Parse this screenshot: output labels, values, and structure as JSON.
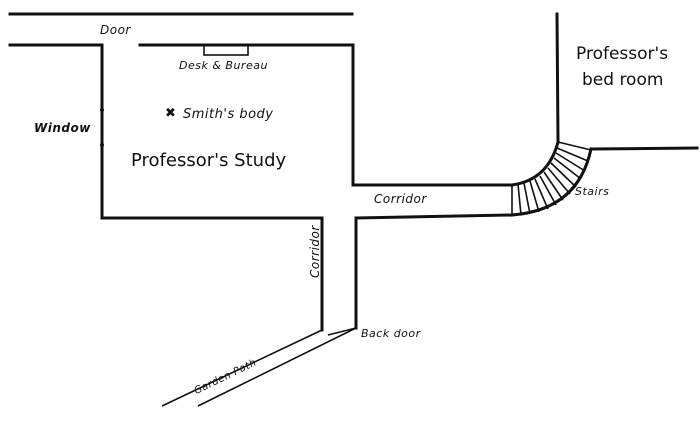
{
  "diagram": {
    "type": "floor-plan",
    "labels": {
      "door": "Door",
      "desk": "Desk & Bureau",
      "body_marker": "✖",
      "body": "Smith's body",
      "window": "Window",
      "study": "Professor's Study",
      "bedroom_line1": "Professor's",
      "bedroom_line2": "bed room",
      "corridor_h": "Corridor",
      "corridor_v": "Corridor",
      "stairs": "Stairs",
      "back_door": "Back door",
      "garden_path": "Garden Path"
    },
    "colors": {
      "ink": "#111111",
      "paper": "#ffffff"
    }
  }
}
